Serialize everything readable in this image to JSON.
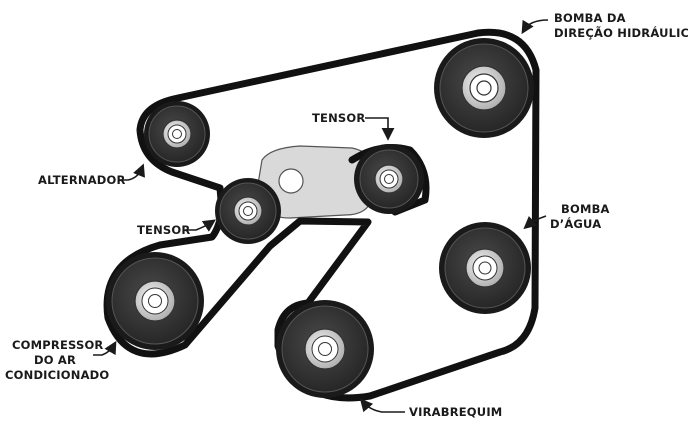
{
  "labels": {
    "power_steering_line1": "BOMBA DA",
    "power_steering_line2": "DIREÇÃO HIDRÁULICA",
    "tensioner_top": "TENSOR",
    "alternator": "ALTERNADOR",
    "tensioner_left": "TENSOR",
    "water_pump_line1": "BOMBA",
    "water_pump_line2": "D’ÁGUA",
    "ac_line1": "COMPRESSOR",
    "ac_line2": "DO AR",
    "ac_line3": "CONDICIONADO",
    "crankshaft": "VIRABREQUIM"
  },
  "colors": {
    "belt": "#111111",
    "pulley_outer": "#1c1c1c",
    "pulley_body": "#3b3b3b",
    "hub": "#c8c8c8",
    "bracket": "#d9d9d9",
    "text": "#1a1a1a"
  }
}
